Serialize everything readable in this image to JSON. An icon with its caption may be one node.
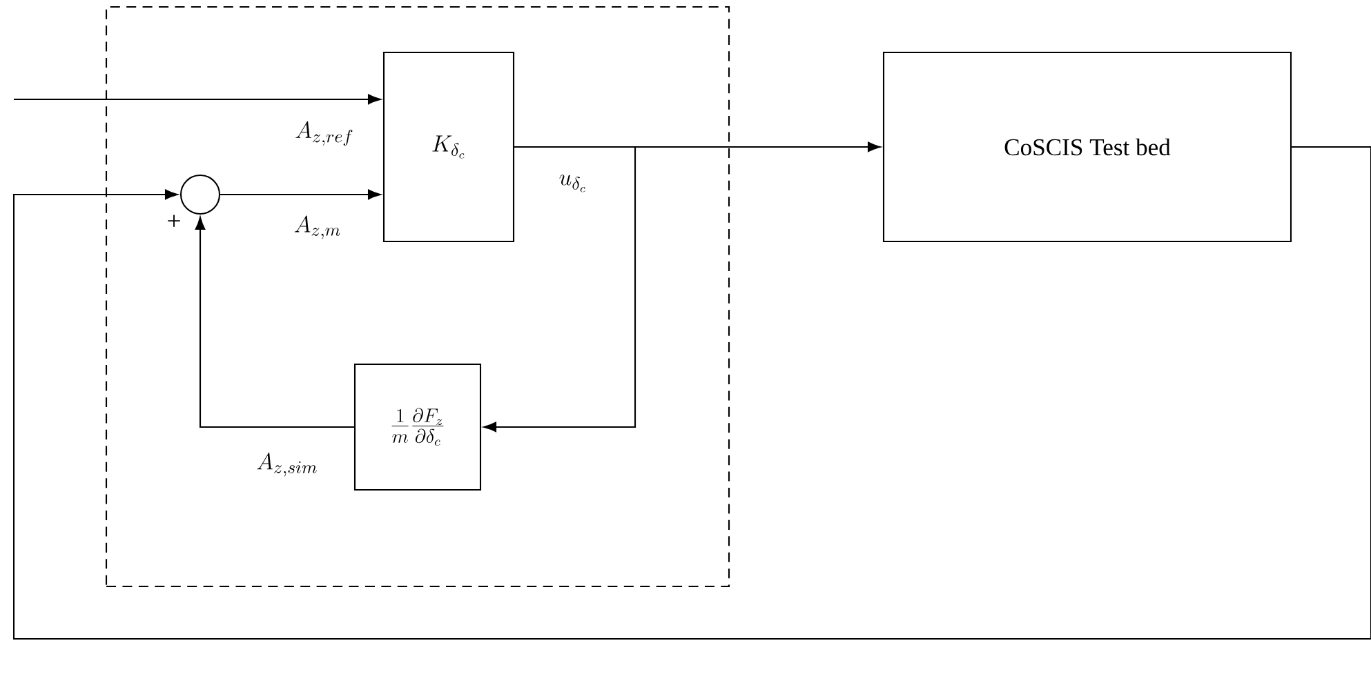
{
  "diagram": {
    "nodes": [
      {
        "text": [],
        "shape": "box"
      },
      {
        "text": [
          "K_{\\delta_c}"
        ],
        "in": 0
      },
      {
        "text": [],
        "shape": "circle",
        "in": 0
      },
      {
        "text": [
          "\\frac{1}{m}\\frac{\\partial F_z}{\\partial \\delta_c}"
        ],
        "in": 0
      },
      {
        "text": [
          "CoSCIS Test bed"
        ]
      }
    ],
    "edges": [
      {
        "from": null,
        "to": 1,
        "arrow": "to",
        "label": "A_{z,ref}"
      },
      {
        "from": 2,
        "to": 1,
        "arrow": "to",
        "label": "A_{z,m}"
      },
      {
        "from": 1,
        "to": 4,
        "arrow": "to",
        "label": "u_{\\delta_c}"
      },
      {
        "from": 1,
        "to": 3,
        "arrow": "to"
      },
      {
        "from": 3,
        "to": 2,
        "arrow": "to",
        "label": "A_{z,sim}"
      },
      {
        "from": 4,
        "to": 2,
        "arrow": "to"
      }
    ],
    "labels": [
      "+"
    ]
  }
}
